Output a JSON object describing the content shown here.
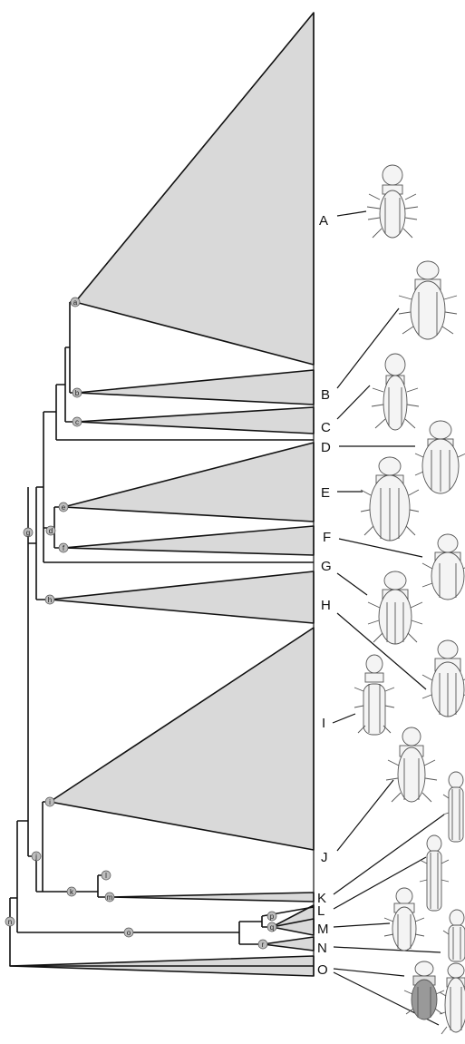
{
  "colors": {
    "background": "#ffffff",
    "clade_fill": "#d9d9d9",
    "line": "#111111",
    "node_fill": "#bdbdbd",
    "illustration": "#555555"
  },
  "node_labels": {
    "a": "a",
    "b": "b",
    "c": "c",
    "d": "d",
    "e": "e",
    "f": "f",
    "g": "g",
    "h": "h",
    "i": "i",
    "j": "j",
    "k": "k",
    "l": "l",
    "m": "m",
    "n": "n",
    "o": "o",
    "p": "p",
    "q": "q",
    "r": "r"
  },
  "clade_labels": [
    "A",
    "B",
    "C",
    "D",
    "E",
    "F",
    "G",
    "H",
    "I",
    "J",
    "K",
    "L",
    "M",
    "N",
    "O"
  ],
  "illustrations": [
    "larva-A",
    "larva-B",
    "larva-C",
    "larva-D",
    "larva-E",
    "larva-F",
    "larva-G",
    "larva-H",
    "larva-I",
    "larva-J",
    "larva-K",
    "larva-L",
    "larva-M",
    "larva-N",
    "larva-O1",
    "larva-O2"
  ]
}
